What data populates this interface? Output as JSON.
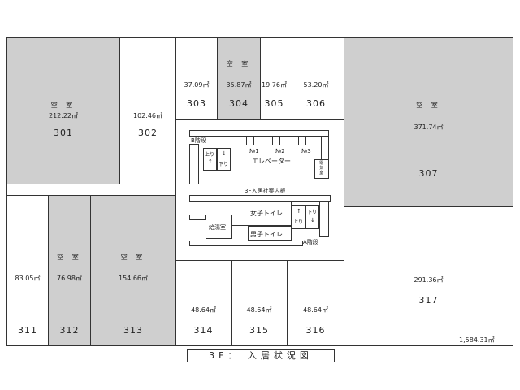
{
  "rooms": {
    "r301": {
      "status": "空 室",
      "area": "212.22㎡",
      "number": "301"
    },
    "r302": {
      "area": "102.46㎡",
      "number": "302"
    },
    "r303": {
      "area": "37.09㎡",
      "number": "303"
    },
    "r304": {
      "status": "空 室",
      "area": "35.87㎡",
      "number": "304"
    },
    "r305": {
      "area": "19.76㎡",
      "number": "305"
    },
    "r306": {
      "area": "53.20㎡",
      "number": "306"
    },
    "r307": {
      "status": "空 室",
      "area": "371.74㎡",
      "number": "307"
    },
    "r311": {
      "area": "83.05㎡",
      "number": "311"
    },
    "r312": {
      "status": "空 室",
      "area": "76.98㎡",
      "number": "312"
    },
    "r313": {
      "status": "空 室",
      "area": "154.66㎡",
      "number": "313"
    },
    "r314": {
      "area": "48.64㎡",
      "number": "314"
    },
    "r315": {
      "area": "48.64㎡",
      "number": "315"
    },
    "r316": {
      "area": "48.64㎡",
      "number": "316"
    },
    "r317": {
      "area": "291.36㎡",
      "number": "317"
    }
  },
  "core": {
    "b_stairs": "B階段",
    "up": "上り",
    "down": "下り",
    "up_arrow": "↑",
    "down_arrow": "↓",
    "elev1": "№1",
    "elev2": "№2",
    "elev3": "№3",
    "elevator": "エレベーター",
    "electrical_room": "電気室",
    "directory": "3F入居社案内板",
    "womens_toilet": "女子トイレ",
    "mens_toilet": "男子トイレ",
    "kitchenette": "給湯室",
    "a_stairs": "A階段"
  },
  "total_area": "1,584.31㎡",
  "caption": "3F： 入居状況図"
}
